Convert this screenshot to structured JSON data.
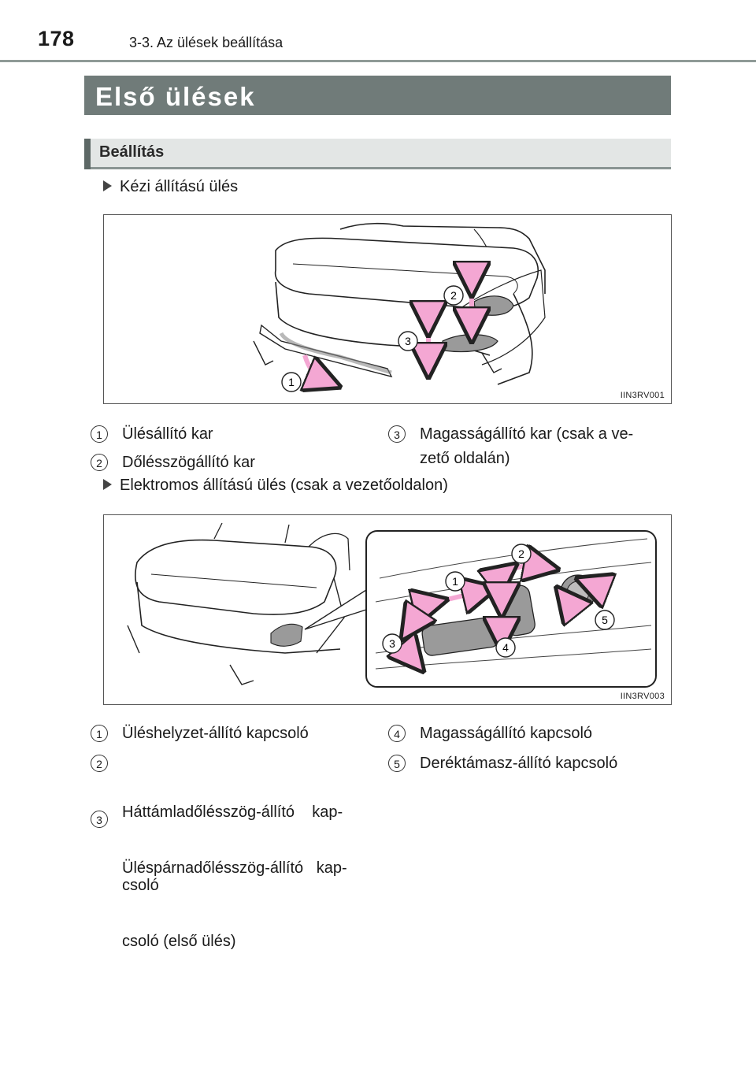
{
  "header": {
    "page_number": "178",
    "section": "3-3. Az ülések beállítása"
  },
  "title": "Első ülések",
  "subsection": "Beállítás",
  "manual_seat": {
    "heading": "Kézi állítású ülés",
    "figure_code": "IIN3RV001",
    "figure_labels": [
      "1",
      "2",
      "3"
    ],
    "legend": [
      {
        "num": "1",
        "text": "Ülésállító kar"
      },
      {
        "num": "2",
        "text": "Dőlésszögállító kar"
      },
      {
        "num": "3",
        "line1": "Magasságállító kar (csak a ve-",
        "line2": "zető oldalán)"
      }
    ]
  },
  "power_seat": {
    "heading": "Elektromos állítású ülés (csak a vezetőoldalon)",
    "figure_code": "IIN3RV003",
    "figure_labels": [
      "1",
      "2",
      "3",
      "4",
      "5"
    ],
    "legend": [
      {
        "num": "1",
        "text": "Üléshelyzet-állító kapcsoló"
      },
      {
        "num": "2",
        "line1": "Háttámladőlésszög-állító    kap-",
        "line2": "csoló"
      },
      {
        "num": "3",
        "line1": "Üléspárnadőlésszög-állító   kap-",
        "line2": "csoló (első ülés)"
      },
      {
        "num": "4",
        "text": "Magasságállító kapcsoló"
      },
      {
        "num": "5",
        "text": "Deréktámasz-állító kapcsoló"
      }
    ]
  },
  "colors": {
    "title_bar": "#707b79",
    "subsection_bar": "#e3e6e5",
    "arrow_pink": "#f4a7d3"
  }
}
